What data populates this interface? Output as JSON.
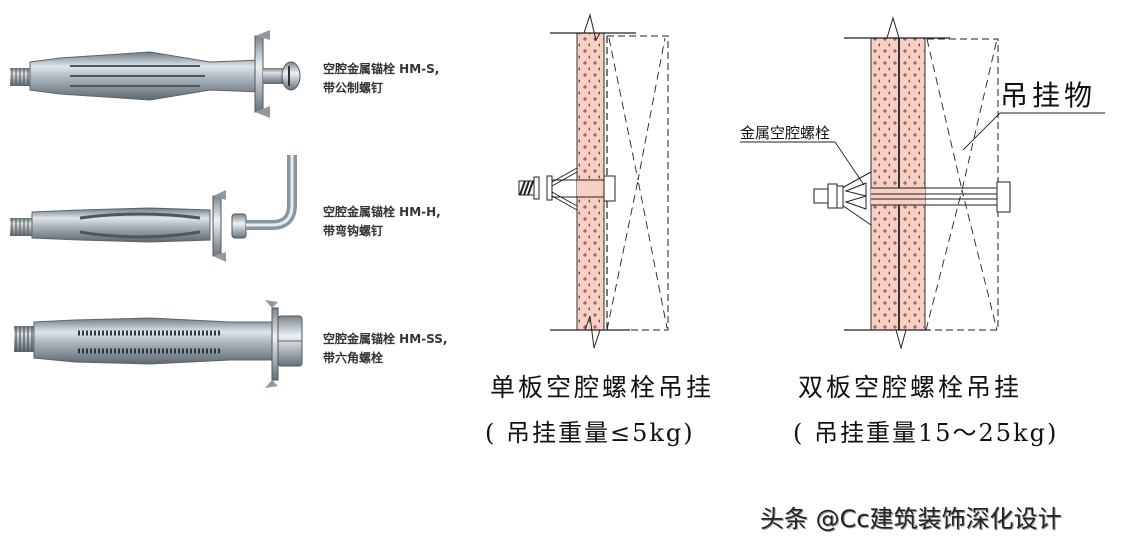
{
  "products": [
    {
      "name": "空腔金属锚栓 HM-S,",
      "desc": "带公制螺钉",
      "type": "metric-screw"
    },
    {
      "name": "空腔金属锚栓 HM-H,",
      "desc": "带弯钩螺钉",
      "type": "hook-screw"
    },
    {
      "name": "空腔金属锚栓 HM-SS,",
      "desc": "带六角螺栓",
      "type": "hex-bolt"
    }
  ],
  "diagrams": {
    "single": {
      "title": "单板空腔螺栓吊挂",
      "subtitle": "( 吊挂重量≤5kg)"
    },
    "double": {
      "title": "双板空腔螺栓吊挂",
      "subtitle": "( 吊挂重量15～25kg)",
      "label_bolt": "金属空腔螺栓",
      "label_object": "吊挂物"
    }
  },
  "colors": {
    "board_fill": "#f7cfc3",
    "line": "#222222",
    "metal": "#9aa6ae"
  },
  "watermark": "头条 @Cc建筑装饰深化设计"
}
